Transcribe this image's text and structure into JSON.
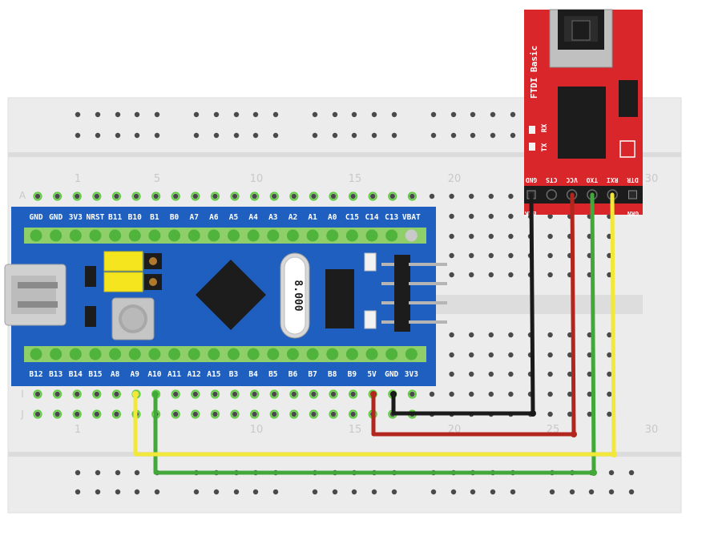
{
  "breadboard": {
    "column_numbers": [
      "1",
      "5",
      "10",
      "15",
      "20",
      "25",
      "30"
    ],
    "row_letters": [
      "A",
      "I",
      "J"
    ]
  },
  "stm32": {
    "top_pins": [
      "GND",
      "GND",
      "3V3",
      "NRST",
      "B11",
      "B10",
      "B1",
      "B0",
      "A7",
      "A6",
      "A5",
      "A4",
      "A3",
      "A2",
      "A1",
      "A0",
      "C15",
      "C14",
      "C13",
      "VBAT"
    ],
    "bottom_pins": [
      "B12",
      "B13",
      "B14",
      "B15",
      "A8",
      "A9",
      "A10",
      "A11",
      "A12",
      "A15",
      "B3",
      "B4",
      "B5",
      "B6",
      "B7",
      "B8",
      "B9",
      "5V",
      "GND",
      "3V3"
    ],
    "crystal_label": "8.000"
  },
  "ftdi": {
    "title": "FTDI Basic",
    "tx_label": "TX",
    "rx_label": "RX",
    "pins": [
      "GND",
      "CTS",
      "VCC",
      "TXO",
      "RXI",
      "DTR"
    ],
    "side_left": "BLK",
    "side_right": "GRN"
  },
  "colors": {
    "breadboard": "#ececec",
    "stm32_board": "#1e5fbf",
    "ftdi_board": "#d8262b",
    "wire_gnd": "#1a1a1a",
    "wire_vcc": "#b3261e",
    "wire_txo": "#43a83a",
    "wire_rxi": "#f2e83a"
  },
  "wires": [
    {
      "name": "gnd",
      "from": "ftdi.GND",
      "to": "stm32.GND"
    },
    {
      "name": "vcc",
      "from": "ftdi.VCC",
      "to": "stm32.5V"
    },
    {
      "name": "txo",
      "from": "ftdi.TXO",
      "to": "stm32.A10"
    },
    {
      "name": "rxi",
      "from": "ftdi.RXI",
      "to": "stm32.A9"
    }
  ]
}
